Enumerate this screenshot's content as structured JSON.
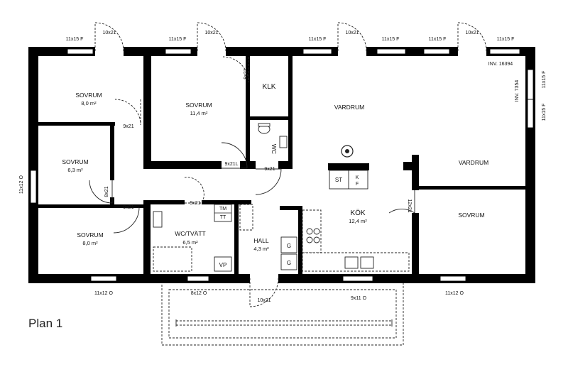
{
  "plan_title": "Plan 1",
  "rooms": {
    "sovrum_a": {
      "name": "SOVRUM",
      "area": "8,0 m²"
    },
    "sovrum_b": {
      "name": "SOVRUM",
      "area": "11,4 m²"
    },
    "sovrum_c": {
      "name": "SOVRUM",
      "area": "6,3 m²"
    },
    "sovrum_d": {
      "name": "SOVRUM",
      "area": "8,0 m²"
    },
    "sovrum_e": {
      "name": "SOVRUM"
    },
    "klk": {
      "name": "KLK"
    },
    "vardrum_a": {
      "name": "VARDRUM"
    },
    "vardrum_b": {
      "name": "VARDRUM"
    },
    "wc": {
      "name": "WC"
    },
    "wc_tvatt": {
      "name": "WC/TVÄTT",
      "area": "6,5 m²"
    },
    "hall": {
      "name": "HALL",
      "area": "4,3 m²"
    },
    "kok": {
      "name": "KÖK",
      "area": "12,4 m²"
    }
  },
  "window_labels": {
    "top_1": "11x15 F",
    "top_2": "11x15 F",
    "top_3": "11x15 F",
    "top_4": "11x15 F",
    "top_5": "11x15 F",
    "top_6": "11x15 F",
    "right_1": "11x15 F",
    "right_2": "11x15 F",
    "left_1": "11x12 O",
    "bottom_1": "11x12 O",
    "bottom_2": "8x12 O",
    "bottom_3": "9x11 O",
    "bottom_4": "11x12 O"
  },
  "door_labels": {
    "top_1": "10x21",
    "top_2": "10x21",
    "top_3": "10x21",
    "top_4": "10x21",
    "entry": "10x21",
    "d_9x21_a": "9x21",
    "d_9x21_b": "9x21",
    "d_9x21_c": "9x21",
    "d_9x21_d": "9x21",
    "d_9x21_e": "9x21",
    "d_9x21L": "9x21L",
    "d_8x21": "8x21",
    "d_12x21": "12x21"
  },
  "inventory": {
    "inv_1": "INV. 16394",
    "inv_2": "INV. 7354"
  },
  "fixtures": {
    "st": "ST",
    "k": "K",
    "f": "F",
    "tm": "TM",
    "tt": "TT",
    "vp": "VP",
    "g1": "G",
    "g2": "G"
  }
}
